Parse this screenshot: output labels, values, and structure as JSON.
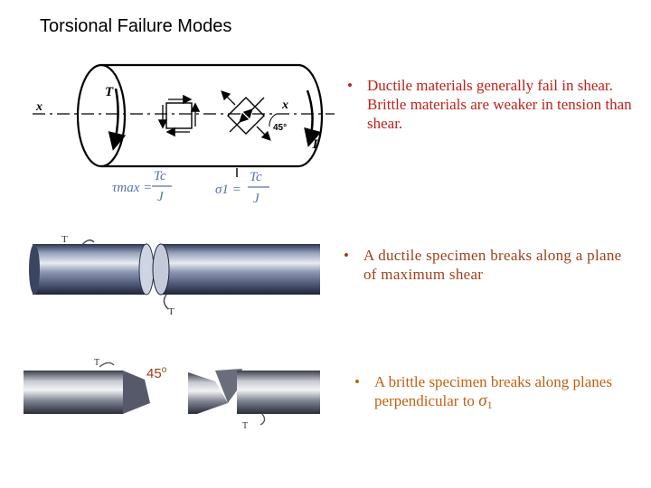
{
  "title": "Torsional Failure Modes",
  "bullets": [
    {
      "dot": "•",
      "text": "Ductile materials generally fail in shear.  Brittle materials are weaker in tension than shear."
    },
    {
      "dot": "•",
      "text": "A ductile specimen breaks along a plane of maximum shear"
    },
    {
      "dot": "•",
      "text": "A brittle specimen breaks along planes perpendicular to ",
      "symbol": "σ",
      "subscript": "1"
    }
  ],
  "diagram": {
    "torque_label": "T",
    "axis_label": "x",
    "angle_label": "45°",
    "tau_max_label": "τmax =",
    "tau_num": "Tc",
    "tau_den": "J",
    "sigma_label": "σ1 =",
    "sigma_num": "Tc",
    "sigma_den": "J"
  },
  "photos": {
    "ductile_torque_label": "T",
    "brittle_torque_label": "T",
    "angle_marker": "45",
    "angle_marker_sup": "o"
  },
  "colors": {
    "bullet1": "#c0201a",
    "bullet2": "#a0401a",
    "bullet3": "#c06010",
    "formula": "#5a6fb0"
  }
}
